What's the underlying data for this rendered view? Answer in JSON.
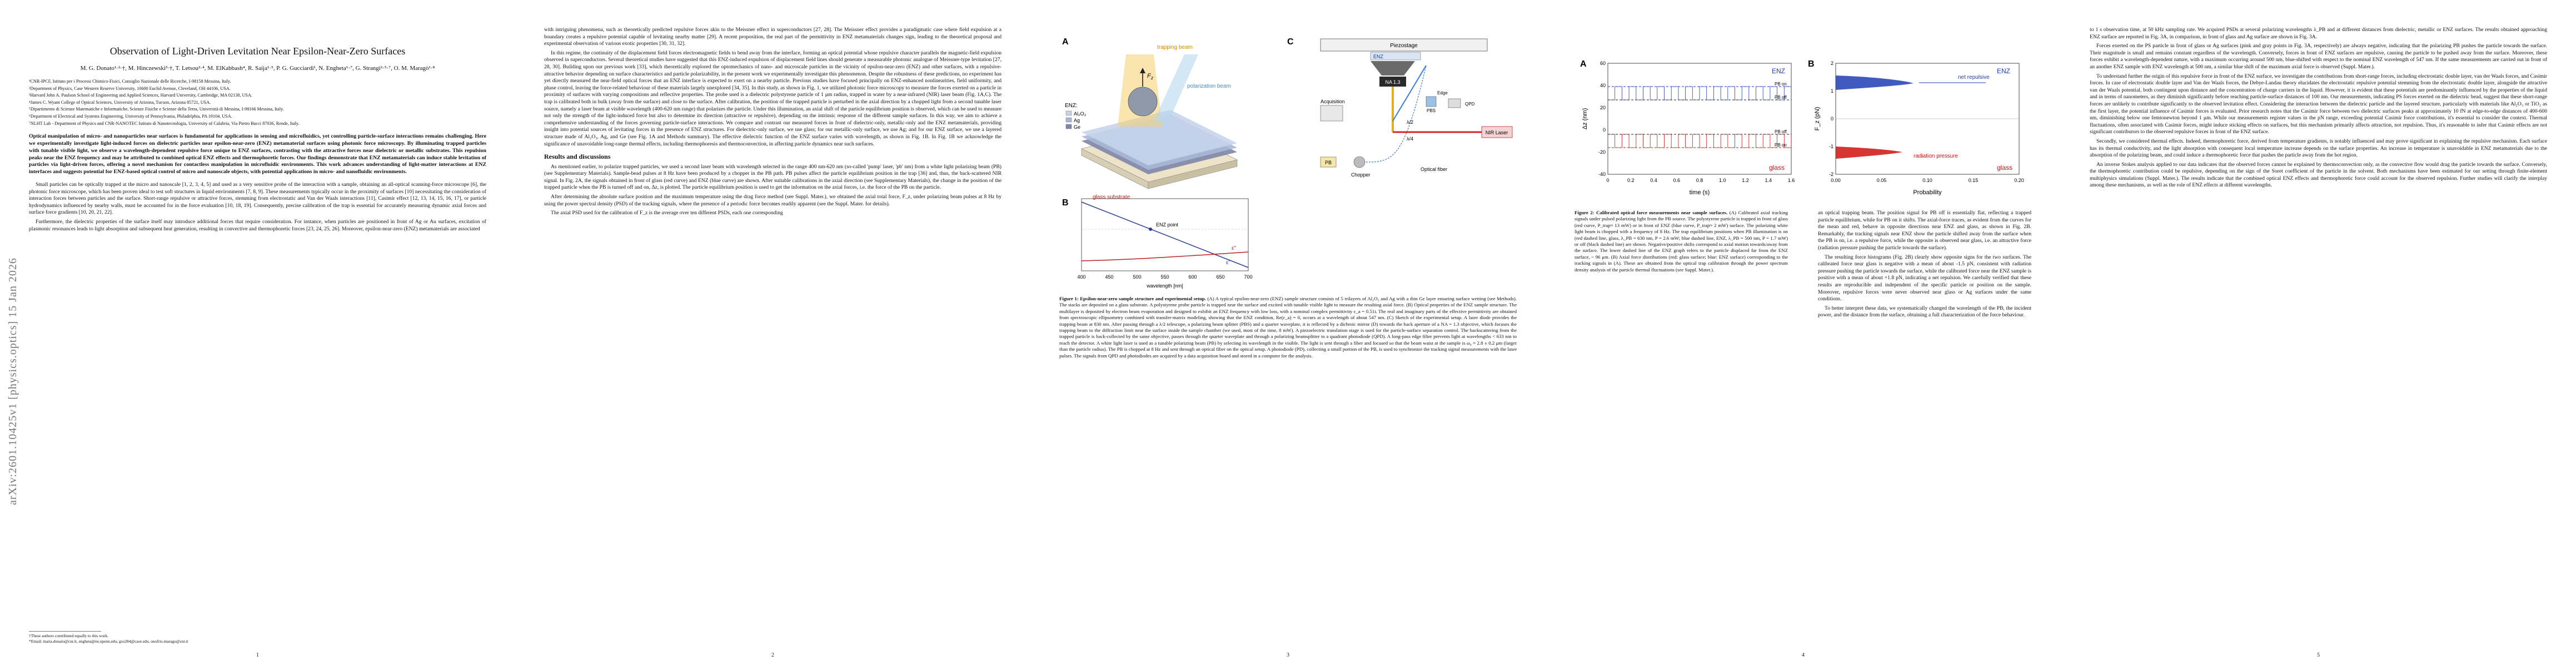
{
  "arxiv_id": "arXiv:2601.10425v1  [physics.optics]  15 Jan 2026",
  "page1": {
    "title": "Observation of Light-Driven Levitation Near Epsilon-Near-Zero Surfaces",
    "authors": "M. G. Donato¹·²·†, M. Hinczewski³·†, T. Letsou²·⁴, M. ElKabbash⁴, R. Saija¹·⁵, P. G. Gucciardi¹, N. Engheta⁶·⁷, G. Strangi²·⁵·⁷, O. M. Maragò¹·⁸",
    "affiliations": [
      "¹CNR-IPCF, Istituto per i Processi Chimico-Fisici, Consiglio Nazionale delle Ricerche, I-98158 Messina, Italy.",
      "²Department of Physics, Case Western Reserve University, 10600 Euclid Avenue, Cleveland, OH 44106, USA.",
      "³Harvard John A. Paulson School of Engineering and Applied Sciences, Harvard University, Cambridge, MA 02138, USA.",
      "⁴James C. Wyant College of Optical Sciences, University of Arizona, Tucson, Arizona 85721, USA.",
      "⁵Dipartimento di Scienze Matematiche e Informatiche, Scienze Fisiche e Scienze della Terra, Università di Messina, I-98166 Messina, Italy.",
      "⁶Department of Electrical and Systems Engineering, University of Pennsylvania, Philadelphia, PA 19104, USA.",
      "⁷NLHT Lab - Department of Physics and CNR-NANOTEC Istituto di Nanotecnologia, University of Calabria, Via Pietro Bucci 87036, Rende, Italy."
    ],
    "abstract": "Optical manipulation of micro- and nanoparticles near surfaces is fundamental for applications in sensing and microfluidics, yet controlling particle-surface interactions remains challenging. Here we experimentally investigate light-induced forces on dielectric particles near epsilon-near-zero (ENZ) metamaterial surfaces using photonic force microscopy. By illuminating trapped particles with tunable visible light, we observe a wavelength-dependent repulsive force unique to ENZ surfaces, contrasting with the attractive forces near dielectric or metallic substrates. This repulsion peaks near the ENZ frequency and may be attributed to combined optical ENZ effects and thermophoretic forces. Our findings demonstrate that ENZ metamaterials can induce stable levitation of particles via light-driven forces, offering a novel mechanism for contactless manipulation in microfluidic environments. This work advances understanding of light-matter interactions at ENZ interfaces and suggests potential for ENZ-based optical control of micro and nanoscale objects, with potential applications in micro- and nanofluidic environments.",
    "intro_1": "Small particles can be optically trapped at the micro and nanoscale [1, 2, 3, 4, 5] and used as a very sensitive probe of the interaction with a sample, obtaining an all-optical scanning-force microscope [6], the photonic force microscope, which has been proven ideal to test soft structures in liquid environments [7, 8, 9]. These measurements typically occur in the proximity of surfaces [10] necessitating the consideration of interaction forces between particles and the surface. Short-range repulsive or attractive forces, stemming from electrostatic and Van der Waals interactions [11], Casimir effect [12, 13, 14, 15, 16, 17], or particle hydrodynamics influenced by nearby walls, must be accounted for in the force evaluation [10, 18, 19]. Consequently, precise calibration of the trap is essential for accurately measuring dynamic axial forces and surface force gradients [10, 20, 21, 22].",
    "intro_2": "Furthermore, the dielectric properties of the surface itself may introduce additional forces that require consideration. For instance, when particles are positioned in front of Ag or Au surfaces, excitation of plasmonic resonances leads to light absorption and subsequent heat generation, resulting in convective and thermophoretic forces [23, 24, 25, 26]. Moreover, epsilon-near-zero (ENZ) metamaterials are associated",
    "footnote_1": "†These authors contributed equally to this work.",
    "footnote_2": "*Email: maria.donato@cnr.it, engheta@ee.upenn.edu, gxs284@case.edu, onofrio.marago@cnr.it",
    "page_number": "1"
  },
  "page2": {
    "left_1": "with intriguing phenomena, such as theoretically predicted repulsive forces akin to the Meissner effect in superconductors [27, 28]. The Meissner effect provides a paradigmatic case where field expulsion at a boundary creates a repulsive potential capable of levitating nearby matter [29]. A recent proposition, the real part of the permittivity in ENZ metamaterials changes sign, leading to the theoretical proposal and experimental observation of various exotic properties [30, 31, 32].",
    "left_2": "In this regime, the continuity of the displacement field forces electromagnetic fields to bend away from the interface, forming an optical potential whose repulsive character parallels the magnetic-field expulsion observed in superconductors. Several theoretical studies have suggested that this ENZ-induced expulsion of displacement field lines should generate a measurable photonic analogue of Meissner-type levitation [27, 28, 30]. Building upon our previous work [33], which theoretically explored the optomechanics of nano- and microscale particles in the vicinity of epsilon-near-zero (ENZ) and other surfaces, with a repulsive-attractive behavior depending on surface characteristics and particle polarizability, in the present work we experimentally investigate this phenomenon. Despite the robustness of these predictions, no experiment has yet directly measured the near-field optical forces that an ENZ interface is expected to exert on a nearby particle. Previous studies have focused principally on ENZ-enhanced nonlinearities, field uniformity, and phase control, leaving the force-related behaviour of these materials largely unexplored [34, 35]. In this study, as shown in Fig. 1, we utilized photonic force microscopy to measure the forces exerted on a particle in proximity of surfaces with varying compositions and reflective properties. The probe used is a dielectric polystyrene particle of 1 μm radius, trapped in water by a near-infrared (NIR) laser beam (Fig. 1A,C). The trap is calibrated both in bulk (away from the surface) and close to the surface. After calibration, the position of the trapped particle is perturbed in the axial direction by a chopped light from a second tunable laser source, namely a laser beam at visible wavelength (400-620 nm range) that polarizes the particle. Under this illumination, an axial shift of the particle equilibrium position is observed, which can be used to measure not only the strength of the light-induced force but also to determine its direction (attractive or repulsive), depending on the intrinsic response of the different sample surfaces. In this way, we aim to achieve a comprehensive understanding of the forces governing particle-surface interactions. We compare and contrast our measured forces in front of dielectric-only, metallic-only and the ENZ metamaterials, providing insight into potential sources of levitating forces in the presence of ENZ structures. For dielectric-only surface, we use glass; for our metallic-only surface, we use Ag; and for our ENZ surface, we use a layered structure made of Al₂O₃, Ag, and Ge (see Fig. 1A and Methods summary). The effective dielectric function of the ENZ surface varies with wavelength, as shown in Fig. 1B. In Fig. 1B we acknowledge the significance of unavoidable long-range thermal effects, including thermophoresis and thermoconvection, in affecting particle dynamics near such surfaces.",
    "results_heading": "Results and discussions",
    "results_1": "As mentioned earlier, to polarize trapped particles, we used a second laser beam with wavelength selected in the range 400 nm-620 nm (so-called 'pump' laser, 'pb' nm) from a white light polarizing beam (PB) (see Supplementary Materials). Sample-bead pulses at 8 Hz have been produced by a chopper in the PB path. PB pulses affect the particle equilibrium position in the trap [36] and, thus, the back-scattered NIR signal. In Fig. 2A, the signals obtained in front of glass (red curve) and ENZ (blue curve) are shown. After suitable calibrations in the axial direction (see Supplementary Materials), the change in the position of the trapped particle when the PB is turned off and on, Δz, is plotted. The particle equilibrium position is used to get the information on the axial forces, i.e. the force of the PB on the particle.",
    "results_2": "After determining the absolute surface position and the maximum temperature using the drag force method (see Suppl. Mater.), we obtained the axial total force, F_z, under polarizing beam pulses at 8 Hz by using the power spectral density (PSD) of the tracking signals, where the presence of a periodic force becomes readily apparent (see the Suppl. Mater. for details).",
    "results_3": "The axial PSD used for the calibration of F_z is the average over ten different PSDs, each one corresponding",
    "page_number": "2"
  },
  "page3": {
    "fig1": {
      "label_a": "A",
      "label_b": "B",
      "label_c": "C",
      "enz_label": "ENZ:",
      "legend": [
        "Al₂O₃",
        "Ag",
        "Ge"
      ],
      "trapping_beam": "trapping beam",
      "polarization_beam": "polarization beam",
      "glass_substrate": "glass substrate",
      "piezostage": "Piezostage",
      "objective": "NA 1.3",
      "acquisition": "Acquisition",
      "lambda_half": "λ/2",
      "lambda_quarter": "λ/4",
      "qpd": "QPD",
      "pbs": "PBS",
      "edge": "Edge",
      "nir_laser": "NIR Laser",
      "pb": "PB",
      "chopper": "Chopper",
      "optical_fiber": "Optical fiber",
      "enz_sample": "ENZ",
      "enz_point": "ENZ point",
      "eps_prime": "ε'",
      "eps_dprime": "ε''",
      "wavelength_label": "wavelength [nm]",
      "b_xticks": [
        "400",
        "450",
        "500",
        "550",
        "600",
        "650",
        "700"
      ]
    },
    "fig1_caption_title": "Figure 1: Epsilon-near-zero sample structure and experimental setup.",
    "fig1_caption": "(A) A typical epsilon-near-zero (ENZ) sample structure consists of 5 trilayers of Al₂O₃ and Ag with a thin Ge layer ensuring surface wetting (see Methods). The stacks are deposited on a glass substrate. A polystyrene probe particle is trapped near the surface and excited with tunable visible light to measure the resulting axial force. (B) Optical properties of the ENZ sample structure. The multilayer is deposited by electron beam evaporation and designed to exhibit an ENZ frequency with low loss, with a nominal complex permittivity ε_a = 0.51i. The real and imaginary parts of the effective permittivity are obtained from spectroscopic ellipsometry combined with transfer-matrix modeling, showing that the ENZ condition, Re(ε_a) = 0, occurs at a wavelength of about 547 nm. (C) Sketch of the experimental setup. A laser diode provides the trapping beam at 830 nm. After passing through a λ/2 telescope, a polarizing beam splitter (PBS) and a quarter waveplate, it is reflected by a dichroic mirror (D) towards the back aperture of a NA = 1.3 objective, which focuses the trapping beam to the diffraction limit near the surface inside the sample chamber (we used, most of the time, 8 mW). A piezoelectric translation stage is used for the particle-surface separation control. The backscattering from the trapped particle is back-collected by the same objective, passes through the quarter waveplate and through a polarizing beamsplitter to a quadrant photodiode (QPD). A long-pass edge filter prevents light at wavelengths < 633 nm to reach the detector. A white light laser is used as a tunable polarizing beam (PB) by selecting its wavelength in the visible. The light is sent through a fiber and focused so that the beam waist at the sample is ω₀ ≈ 2.8 ± 0.2 μm (larger than the particle radius). The PB is chopped at 8 Hz and sent through an optical fiber on the optical setup. A photodiode (PD), collecting a small portion of the PB, is used to synchronize the tracking signal measurements with the laser pulses. The signals from QPD and photodiodes are acquired by a data acquisition board and stored in a computer for the analysis.",
    "page_number": "3"
  },
  "page4": {
    "fig2": {
      "label_a": "A",
      "label_b": "B",
      "a_ylabel": "Δz (nm)",
      "a_xlabel": "time (s)",
      "b_ylabel": "F_z (pN)",
      "b_xlabel": "Probability",
      "enz": "ENZ",
      "glass": "glass",
      "pb_on": "PB on",
      "pb_off": "PB off",
      "net_repulsive": "net repulsive",
      "radiation_pressure": "radiation pressure",
      "a_yticks": [
        "60",
        "40",
        "20",
        "0",
        "-20",
        "-40"
      ],
      "a_xticks": [
        "0",
        "0.2",
        "0.4",
        "0.6",
        "0.8",
        "1.0",
        "1.2",
        "1.4",
        "1.6"
      ],
      "b_yticks": [
        "2",
        "1",
        "0",
        "-1",
        "-2"
      ],
      "b_xticks": [
        "0.00",
        "0.05",
        "0.10",
        "0.15",
        "0.20"
      ]
    },
    "fig2_caption_title": "Figure 2: Calibrated optical force measurements near sample surfaces.",
    "fig2_caption": "(A) Calibrated axial tracking signals under pulsed polarizing light from the PB source. The polystyrene particle is trapped in front of glass (red curve, P_trap≈ 13 mW) or in front of ENZ (blue curve, P_trap≈ 2 mW) surface. The polarizing white light beam is chopped with a frequency of 8 Hz. The trap equilibrium positions when PB illumination is on (red dashed line, glass, λ_PB = 630 nm, P = 2.6 mW; blue dashed line, ENZ, λ_PB = 500 nm, P = 1.7 mW) or off (black dashed line) are shown. Negative/positive shifts correspond to axial motion towards/away from the surface. The lower dashed line of the ENZ graph refers to the particle displaced far from the ENZ surface, ~ 96 μm. (B) Axial force distributions (red: glass surface; blue: ENZ surface) corresponding to the tracking signals in (A). These are obtained from the optical trap calibration through the power spectrum density analysis of the particle thermal fluctuations (see Suppl. Mater.).",
    "right_1": "an optical trapping beam. The position signal for PB off is essentially flat, reflecting a trapped particle equilibrium, while for PB on it shifts. The axial-force traces, as evident from the curves for the mean and red, behave in opposite directions near ENZ and glass, as shown in Fig. 2B. Remarkably, the tracking signals near ENZ show the particle shifted away from the surface when the PB is on, i.e. a repulsive force, while the opposite is observed near glass, i.e. an attractive force (radiation pressure pushing the particle towards the surface).",
    "right_2": "The resulting force histograms (Fig. 2B) clearly show opposite signs for the two surfaces. The calibrated force near glass is negative with a mean of about -1.5 pN, consistent with radiation pressure pushing the particle towards the surface, while the calibrated force near the ENZ sample is positive with a mean of about +1.8 pN, indicating a net repulsion. We carefully verified that these results are reproducible and independent of the specific particle or position on the sample. Moreover, repulsive forces were never observed near glass or Ag surfaces under the same conditions.",
    "right_3": "To better interpret these data, we systematically changed the wavelength of the PB, the incident power, and the distance from the surface, obtaining a full characterization of the force behaviour.",
    "page_number": "4"
  },
  "page5": {
    "p1": "to 1 s observation time, at 50 kHz sampling rate. We acquired PSDs at several polarizing wavelengths λ_PB and at different distances from dielectric, metallic or ENZ surfaces. The results obtained approaching ENZ surface are reported in Fig. 3A, in comparison, in front of glass and Ag surface are shown in Fig. 3A.",
    "p2": "Forces exerted on the PS particle in front of glass or Ag surfaces (pink and gray points in Fig. 3A, respectively) are always negative, indicating that the polarizing PB pushes the particle towards the surface. Their magnitude is small and remains constant regardless of the wavelength. Conversely, forces in front of ENZ surfaces are repulsive, causing the particle to be pushed away from the surface. Moreover, these forces exhibit a wavelength-dependent nature, with a maximum occurring around 500 nm, blue-shifted with respect to the nominal ENZ wavelength of 547 nm. If the same measurements are carried out in front of an another ENZ sample with ENZ wavelength at 500 nm, a similar blue shift of the maximum axial force is observed (Suppl. Mater.).",
    "p3": "To understand further the origin of this repulsive force in front of the ENZ surface, we investigate the contributions from short-range forces, including electrostatic double layer, van der Waals forces, and Casimir forces. In case of electrostatic double layer and Van der Waals forces, the Debye-Landau theory elucidates the electrostatic repulsive potential stemming from the electrostatic double layer, alongside the attractive van der Waals potential, both contingent upon distance and the concentration of charge carriers in the liquid. However, it is evident that these potentials are predominantly influenced by the properties of the liquid and in terms of nanometers, as they diminish significantly before reaching particle-surface distances of 100 nm. Our measurements, indicating PS forces exerted on the dielectric bead, suggest that these short-range forces are unlikely to contribute significantly to the observed levitation effect. Considering the interaction between the dielectric particle and the layered structure, particularly with materials like Al₂O₃ or TiO₂ as the first layer, the potential influence of Casimir forces is evaluated. Prior research notes that the Casimir force between two dielectric surfaces peaks at approximately 10 fN at edge-to-edge distances of 400-600 nm, diminishing below one femtonewton beyond 1 μm. While our measurements register values in the pN range, exceeding potential Casimir force contributions, it's essential to consider the context. Thermal fluctuations, often associated with Casimir forces, might induce sticking effects on surfaces, but this mechanism primarily affects attraction, not repulsion. Thus, it's reasonable to infer that Casimir effects are not significant contributors to the observed repulsive forces in front of the ENZ surface.",
    "p4": "Secondly, we considered thermal effects. Indeed, thermophoretic force, derived from temperature gradients, is notably influenced and may prove significant in explaining the repulsive mechanism. Each surface has its thermal conductivity, and the light absorption with consequent local temperature increase depends on the surface properties. An increase in temperature is unavoidable in ENZ metamaterials due to the absorption of the polarizing beam, and could induce a thermophoretic force that pushes the particle away from the hot region.",
    "p5": "An inverse Stokes analysis applied to our data indicates that the observed forces cannot be explained by thermoconvection only, as the convective flow would drag the particle towards the surface. Conversely, the thermophoretic contribution could be repulsive, depending on the sign of the Soret coefficient of the particle in the solvent. Both mechanisms have been estimated for our setting through finite-element multiphysics simulations (Suppl. Mater.). The results indicate that the combined optical ENZ effects and thermophoretic force could account for the observed repulsion. Further studies will clarify the interplay among these mechanisms, as well as the role of ENZ effects at different wavelengths.",
    "page_number": "5"
  }
}
